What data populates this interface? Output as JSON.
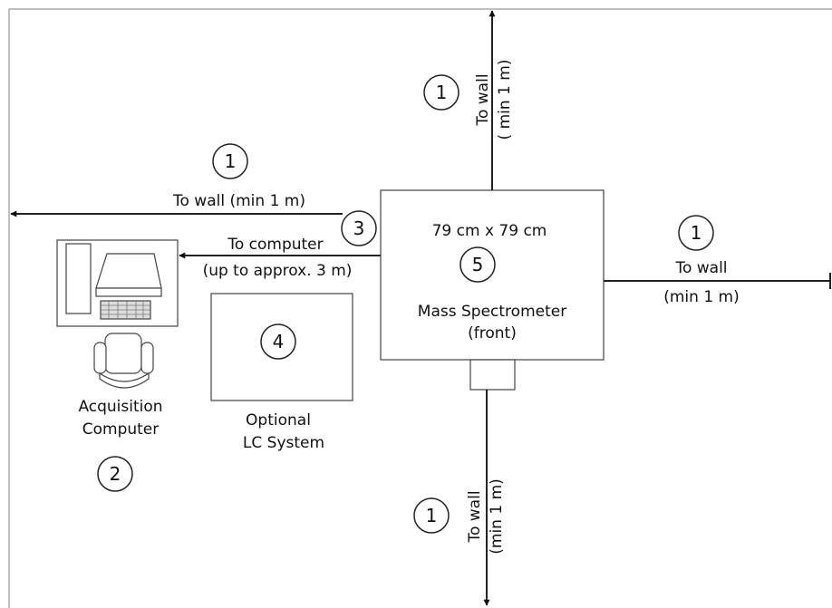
{
  "callouts": {
    "c1_left": "1",
    "c1_top": "1",
    "c1_right": "1",
    "c1_bottom": "1",
    "c2": "2",
    "c3": "3",
    "c4": "4",
    "c5": "5"
  },
  "labels": {
    "wall_left": "To wall (min 1 m)",
    "wall_top_line1": "To wall",
    "wall_top_line2": "( min 1 m)",
    "wall_right_line1": "To wall",
    "wall_right_line2": "(min 1 m)",
    "wall_bottom_line1": "To wall",
    "wall_bottom_line2": "(min 1 m)",
    "computer_line1": "To computer",
    "computer_line2": "(up to approx. 3 m)",
    "ms_size": "79 cm x 79 cm",
    "ms_name_line1": "Mass Spectrometer",
    "ms_name_line2": "(front)",
    "acq_line1": "Acquisition",
    "acq_line2": "Computer",
    "lc_line1": "Optional",
    "lc_line2": "LC System"
  }
}
